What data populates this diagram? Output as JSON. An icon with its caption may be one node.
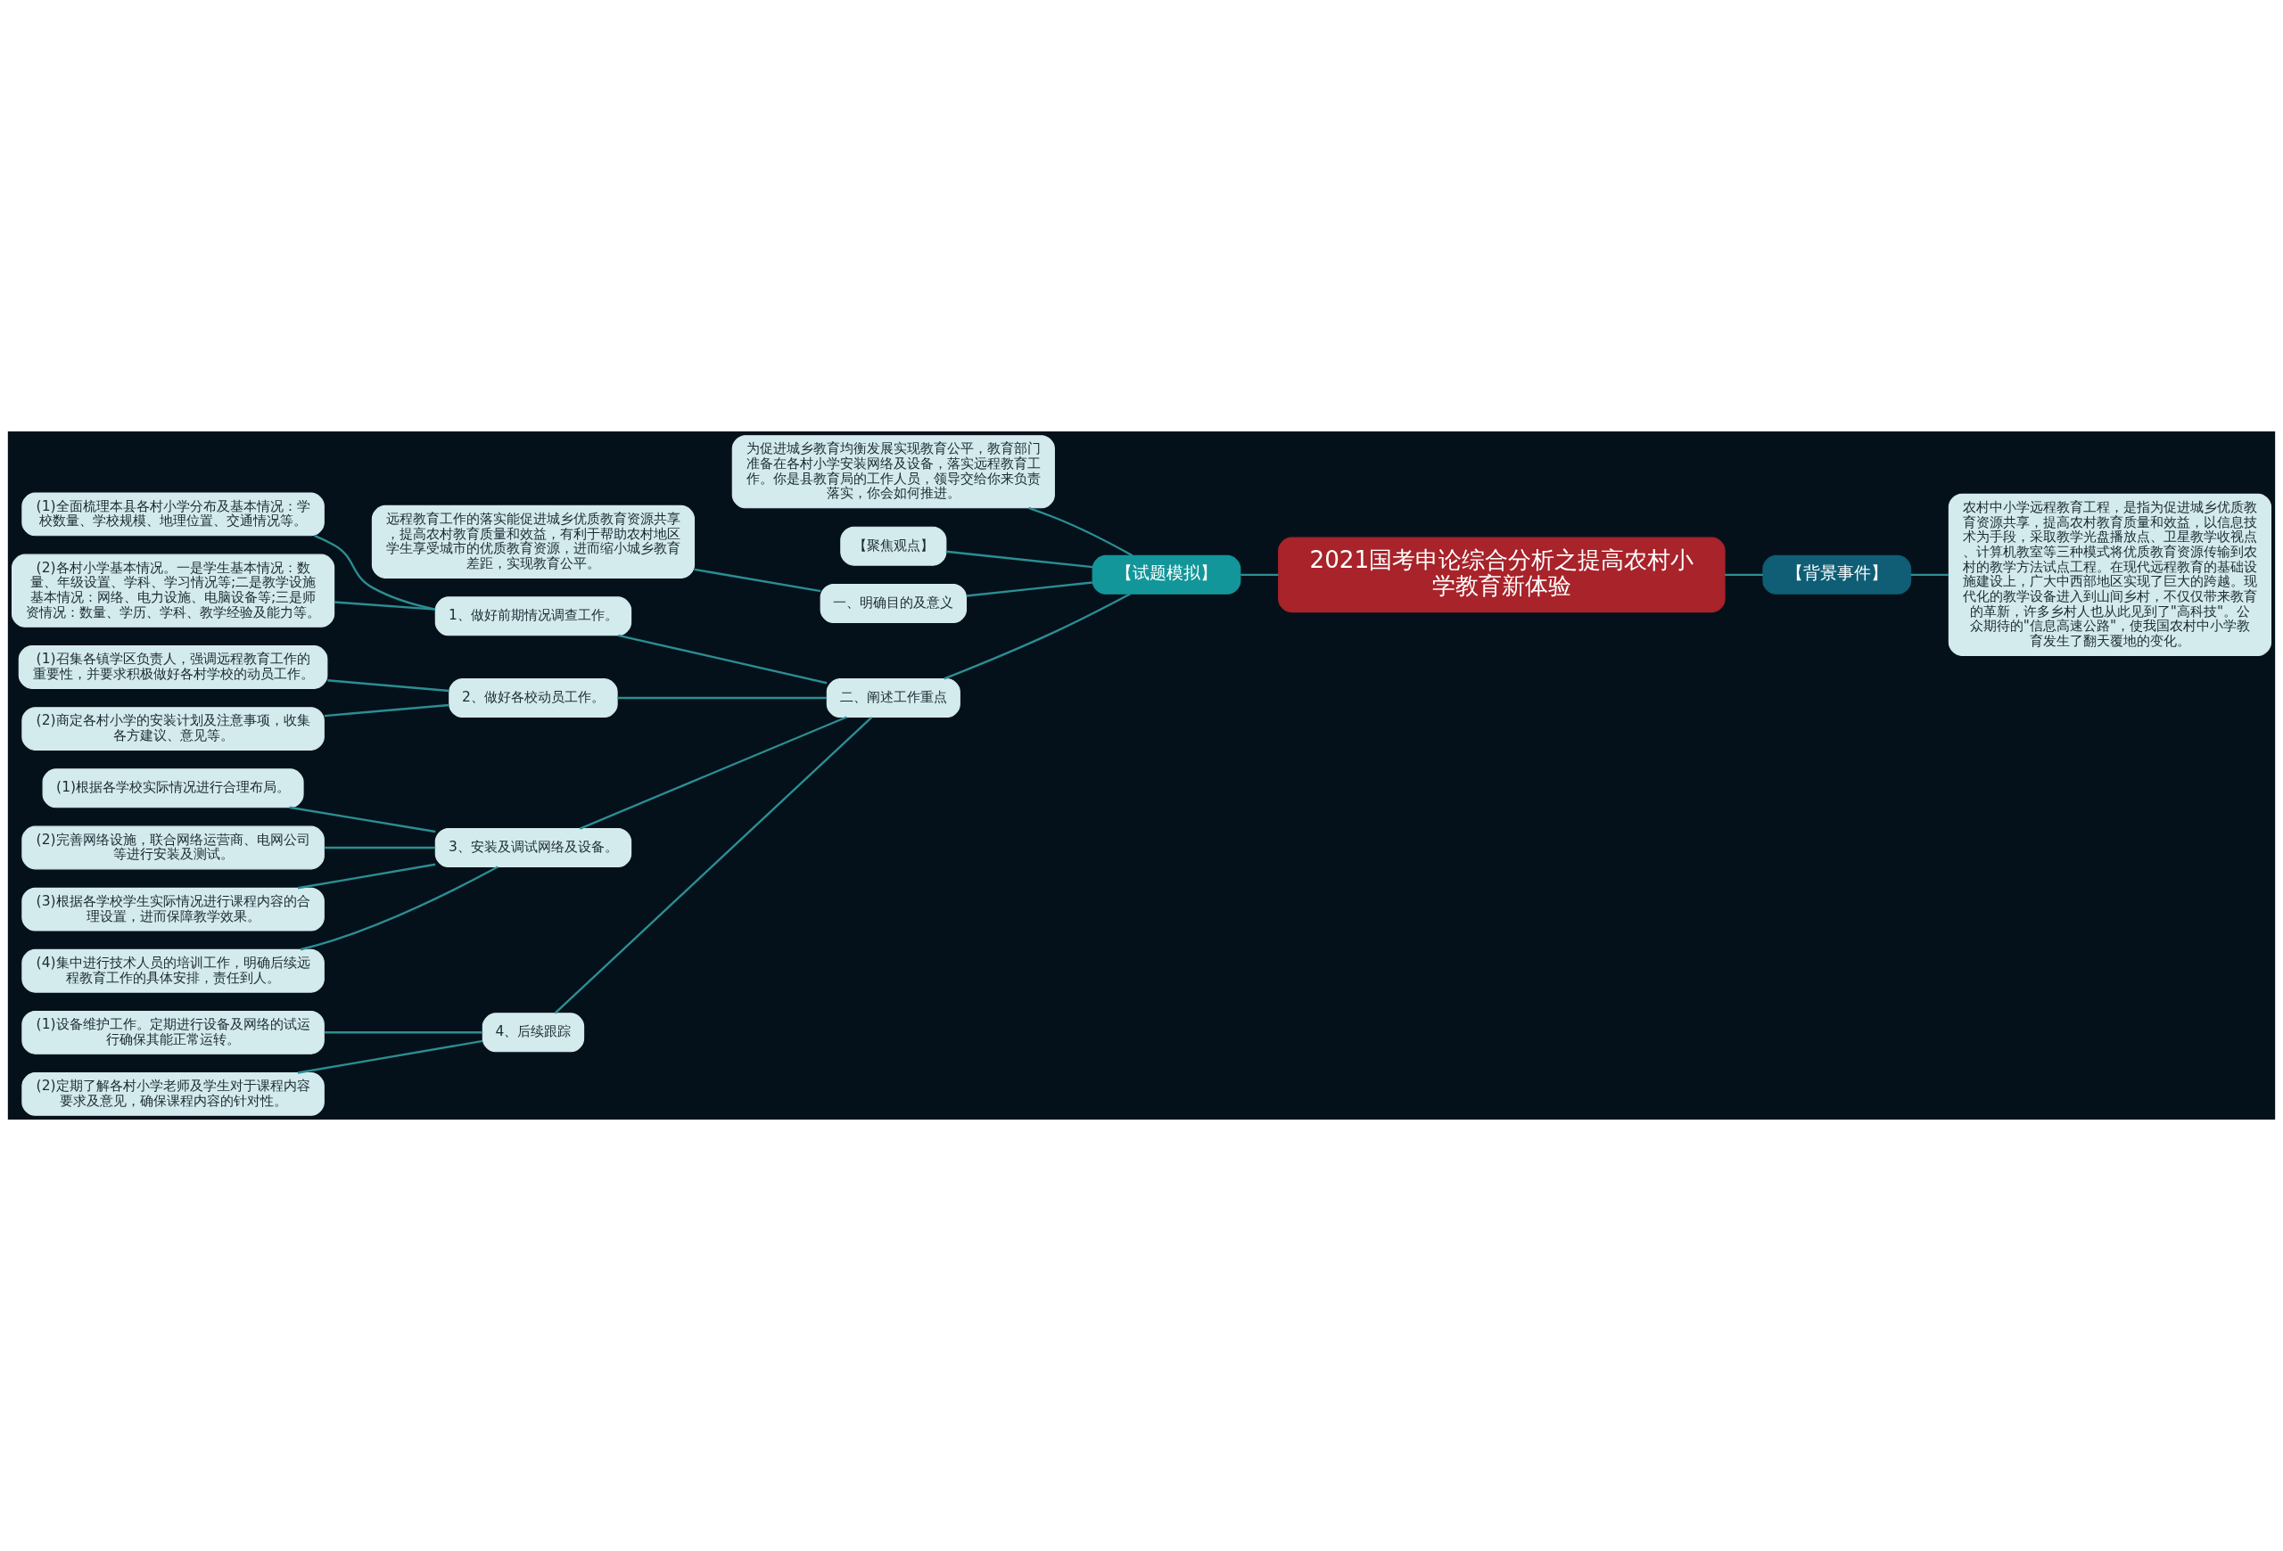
{
  "diagram": {
    "nodes": [
      {
        "text": [
          "2021国考申论综合分析之提高农村小学教育新体验"
        ]
      },
      {
        "text": [
          "【试题模拟】"
        ]
      },
      {
        "text": [
          "【背景事件】"
        ]
      },
      {
        "text": [
          "农村中小学远程教育工程，是指为促进城乡优质教育资源共享，提高农村教育质量和效益，以信息技术为手段，采取教学光盘播放点、卫星教学收视点、计算机教室等三种模式将优质教育资源传输到农村的教学方法试点工程。在现代远程教育的基础设施建设上，广大中西部地区实现了巨大的跨越。现代化的教学设备进入到山间乡村，不仅仅带来教育的革新，许多乡村人也从此见到了\"高科技\"。公众期待的\"信息高速公路\"，使我国农村中小学教育发生了翻天覆地的变化。"
        ]
      },
      {
        "text": [
          "为促进城乡教育均衡发展实现教育公平，教育部门准备在各村小学安装网络及设备，落实远程教育工作。你是县教育局的工作人员，领导交给你来负责落实，你会如何推进。"
        ]
      },
      {
        "text": [
          "【聚焦观点】"
        ]
      },
      {
        "text": [
          "一、明确目的及意义"
        ]
      },
      {
        "text": [
          "远程教育工作的落实能促进城乡优质教育资源共享，提高农村教育质量和效益，有利于帮助农村地区学生享受城市的优质教育资源，进而缩小城乡教育差距，实现教育公平。"
        ]
      },
      {
        "text": [
          "二、阐述工作重点"
        ]
      },
      {
        "text": [
          "1、做好前期情况调查工作。"
        ]
      },
      {
        "text": [
          "(1)全面梳理本县各村小学分布及基本情况：学校数量、学校规模、地理位置、交通情况等。"
        ]
      },
      {
        "text": [
          "(2)各村小学基本情况。一是学生基本情况：数量、年级设置、学科、学习情况等;二是教学设施基本情况：网络、电力设施、电脑设备等;三是师资情况：数量、学历、学科、教学经验及能力等。"
        ]
      },
      {
        "text": [
          "2、做好各校动员工作。"
        ]
      },
      {
        "text": [
          "(1)召集各镇学区负责人，强调远程教育工作的重要性，并要求积极做好各村学校的动员工作。"
        ]
      },
      {
        "text": [
          "(2)商定各村小学的安装计划及注意事项，收集各方建议、意见等。"
        ]
      },
      {
        "text": [
          "3、安装及调试网络及设备。"
        ]
      },
      {
        "text": [
          "(1)根据各学校实际情况进行合理布局。"
        ]
      },
      {
        "text": [
          "(2)完善网络设施，联合网络运营商、电网公司等进行安装及测试。"
        ]
      },
      {
        "text": [
          "(3)根据各学校学生实际情况进行课程内容的合理设置，进而保障教学效果。"
        ]
      },
      {
        "text": [
          "(4)集中进行技术人员的培训工作，明确后续远程教育工作的具体安排，责任到人。"
        ]
      },
      {
        "text": [
          "4、后续跟踪"
        ]
      },
      {
        "text": [
          "(1)设备维护工作。定期进行设备及网络的试运行确保其能正常运转。"
        ]
      },
      {
        "text": [
          "(2)定期了解各村小学老师及学生对于课程内容要求及意见，确保课程内容的针对性。"
        ]
      }
    ],
    "edges": [
      {
        "from": 0,
        "to": 1,
        "arrow": "none"
      },
      {
        "from": 0,
        "to": 2,
        "arrow": "none"
      },
      {
        "from": 2,
        "to": 3,
        "arrow": "none"
      },
      {
        "from": 1,
        "to": 4,
        "arrow": "none"
      },
      {
        "from": 1,
        "to": 5,
        "arrow": "none"
      },
      {
        "from": 1,
        "to": 6,
        "arrow": "none"
      },
      {
        "from": 6,
        "to": 7,
        "arrow": "none"
      },
      {
        "from": 1,
        "to": 8,
        "arrow": "none"
      },
      {
        "from": 8,
        "to": 9,
        "arrow": "none"
      },
      {
        "from": 9,
        "to": 10,
        "arrow": "none"
      },
      {
        "from": 9,
        "to": 11,
        "arrow": "none"
      },
      {
        "from": 8,
        "to": 12,
        "arrow": "none"
      },
      {
        "from": 12,
        "to": 13,
        "arrow": "none"
      },
      {
        "from": 12,
        "to": 14,
        "arrow": "none"
      },
      {
        "from": 8,
        "to": 15,
        "arrow": "none"
      },
      {
        "from": 15,
        "to": 16,
        "arrow": "none"
      },
      {
        "from": 15,
        "to": 17,
        "arrow": "none"
      },
      {
        "from": 15,
        "to": 18,
        "arrow": "none"
      },
      {
        "from": 15,
        "to": 19,
        "arrow": "none"
      },
      {
        "from": 8,
        "to": 20,
        "arrow": "none"
      },
      {
        "from": 20,
        "to": 21,
        "arrow": "none"
      },
      {
        "from": 20,
        "to": 22,
        "arrow": "none"
      }
    ]
  }
}
